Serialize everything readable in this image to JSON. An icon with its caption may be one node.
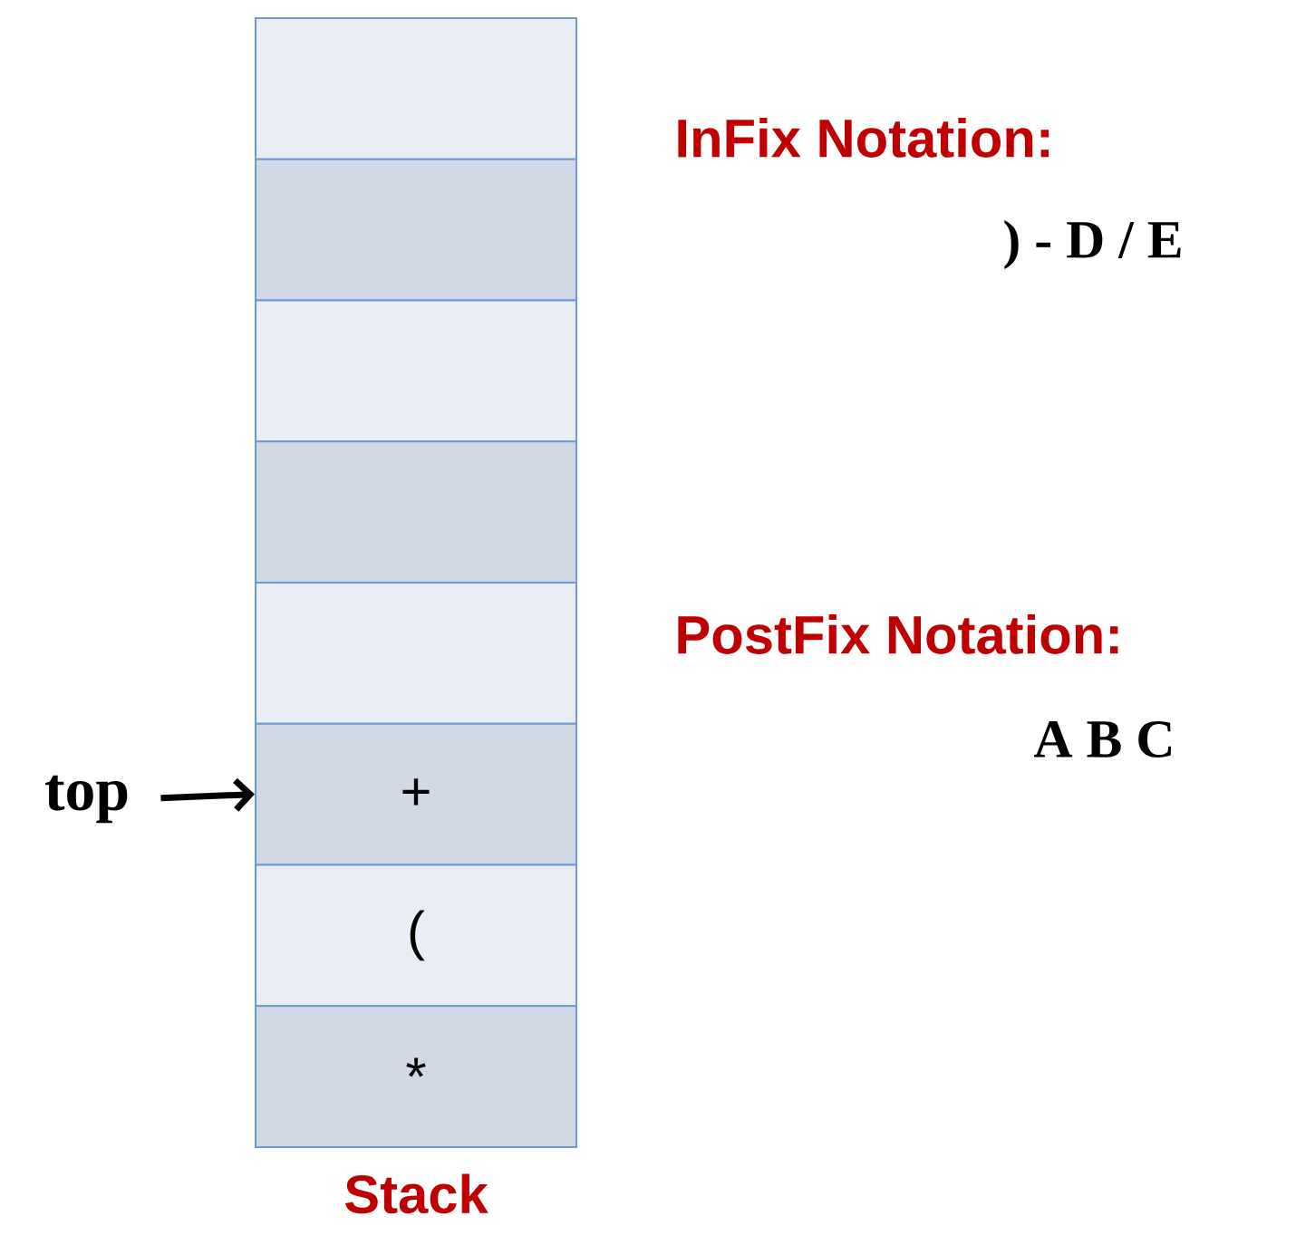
{
  "diagram": {
    "nodes": [
      {
        "text": [],
        "shape": "box",
        "beside": [
          "Stack"
        ]
      },
      {
        "text": [],
        "shape": "box",
        "in": 0
      },
      {
        "text": [],
        "shape": "box",
        "in": 0
      },
      {
        "text": [],
        "shape": "box",
        "in": 0
      },
      {
        "text": [],
        "shape": "box",
        "in": 0
      },
      {
        "text": [],
        "shape": "box",
        "in": 0
      },
      {
        "text": [
          "+"
        ],
        "in": 0
      },
      {
        "text": [
          "("
        ],
        "in": 0
      },
      {
        "text": [
          "*"
        ],
        "in": 0
      },
      {
        "text": [
          "top"
        ]
      }
    ],
    "edges": [
      {
        "from": 9,
        "to": 6,
        "arrow": "to"
      }
    ],
    "labels": [
      "InFix Notation:",
      ") - D / E",
      "PostFix Notation:",
      "A B C"
    ]
  }
}
